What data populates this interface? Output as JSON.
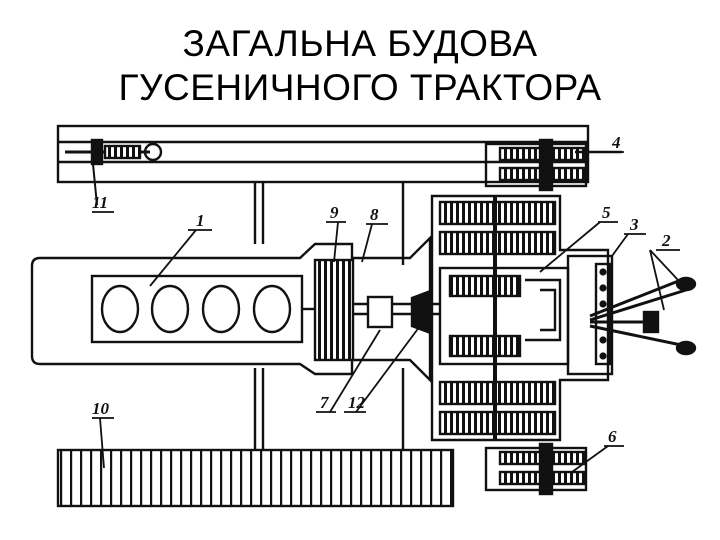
{
  "title": {
    "line1": "ЗАГАЛЬНА БУДОВА",
    "line2": "ГУСЕНИЧНОГО ТРАКТОРА"
  },
  "diagram": {
    "stroke_color": "#111111",
    "labels": [
      "1",
      "2",
      "3",
      "4",
      "5",
      "6",
      "7",
      "8",
      "9",
      "10",
      "11",
      "12"
    ]
  }
}
